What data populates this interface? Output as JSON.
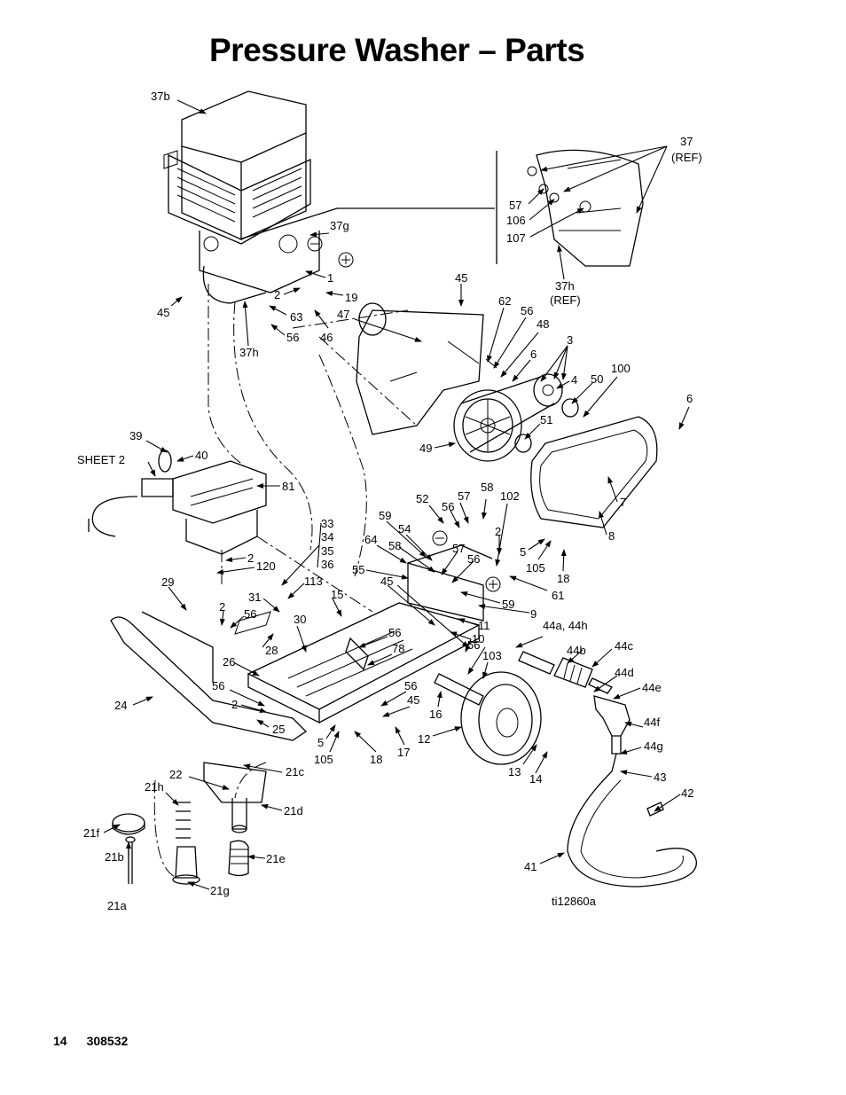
{
  "page": {
    "title": "Pressure Washer – Parts",
    "page_number": "14",
    "document_number": "308532"
  },
  "figure_id": "ti12860a",
  "labels": [
    {
      "id": "l37b",
      "text": "37b"
    },
    {
      "id": "l37",
      "text": "37"
    },
    {
      "id": "l37ref",
      "text": "(REF)"
    },
    {
      "id": "l37g",
      "text": "37g"
    },
    {
      "id": "l57a",
      "text": "57"
    },
    {
      "id": "l106",
      "text": "106"
    },
    {
      "id": "l107",
      "text": "107"
    },
    {
      "id": "l37h_r",
      "text": "37h"
    },
    {
      "id": "l37h_ref",
      "text": "(REF)"
    },
    {
      "id": "l1",
      "text": "1"
    },
    {
      "id": "l2a",
      "text": "2"
    },
    {
      "id": "l19",
      "text": "19"
    },
    {
      "id": "l45a",
      "text": "45"
    },
    {
      "id": "l63",
      "text": "63"
    },
    {
      "id": "l56a",
      "text": "56"
    },
    {
      "id": "l46",
      "text": "46"
    },
    {
      "id": "l47",
      "text": "47"
    },
    {
      "id": "l37h",
      "text": "37h"
    },
    {
      "id": "l45b",
      "text": "45"
    },
    {
      "id": "l62",
      "text": "62"
    },
    {
      "id": "l56b",
      "text": "56"
    },
    {
      "id": "l48",
      "text": "48"
    },
    {
      "id": "l3",
      "text": "3"
    },
    {
      "id": "l6a",
      "text": "6"
    },
    {
      "id": "l4",
      "text": "4"
    },
    {
      "id": "l50",
      "text": "50"
    },
    {
      "id": "l100",
      "text": "100"
    },
    {
      "id": "l6b",
      "text": "6"
    },
    {
      "id": "l51",
      "text": "51"
    },
    {
      "id": "l49",
      "text": "49"
    },
    {
      "id": "l39",
      "text": "39"
    },
    {
      "id": "l40",
      "text": "40"
    },
    {
      "id": "lsheet2",
      "text": "SHEET 2"
    },
    {
      "id": "l81",
      "text": "81"
    },
    {
      "id": "l7",
      "text": "7"
    },
    {
      "id": "l8",
      "text": "8"
    },
    {
      "id": "l52",
      "text": "52"
    },
    {
      "id": "l57b",
      "text": "57"
    },
    {
      "id": "l58a",
      "text": "58"
    },
    {
      "id": "l56c",
      "text": "56"
    },
    {
      "id": "l102",
      "text": "102"
    },
    {
      "id": "l59a",
      "text": "59"
    },
    {
      "id": "l54",
      "text": "54"
    },
    {
      "id": "l2b",
      "text": "2"
    },
    {
      "id": "l5a",
      "text": "5"
    },
    {
      "id": "l18a",
      "text": "18"
    },
    {
      "id": "l105a",
      "text": "105"
    },
    {
      "id": "l33",
      "text": "33"
    },
    {
      "id": "l34",
      "text": "34"
    },
    {
      "id": "l35",
      "text": "35"
    },
    {
      "id": "l36",
      "text": "36"
    },
    {
      "id": "l64",
      "text": "64"
    },
    {
      "id": "l58b",
      "text": "58"
    },
    {
      "id": "l57c",
      "text": "57"
    },
    {
      "id": "l56d",
      "text": "56"
    },
    {
      "id": "l61",
      "text": "61"
    },
    {
      "id": "l2c",
      "text": "2"
    },
    {
      "id": "l120",
      "text": "120"
    },
    {
      "id": "l55",
      "text": "55"
    },
    {
      "id": "l29",
      "text": "29"
    },
    {
      "id": "l113",
      "text": "113"
    },
    {
      "id": "l45c",
      "text": "45"
    },
    {
      "id": "l59b",
      "text": "59"
    },
    {
      "id": "l31",
      "text": "31"
    },
    {
      "id": "l15",
      "text": "15"
    },
    {
      "id": "l9",
      "text": "9"
    },
    {
      "id": "l2d",
      "text": "2"
    },
    {
      "id": "l56e",
      "text": "56"
    },
    {
      "id": "l30",
      "text": "30"
    },
    {
      "id": "l11",
      "text": "11"
    },
    {
      "id": "l10",
      "text": "10"
    },
    {
      "id": "l44a",
      "text": "44a, 44h"
    },
    {
      "id": "l28",
      "text": "28"
    },
    {
      "id": "l56f",
      "text": "56"
    },
    {
      "id": "l56g",
      "text": "56"
    },
    {
      "id": "l44b",
      "text": "44b"
    },
    {
      "id": "l44c",
      "text": "44c"
    },
    {
      "id": "l26",
      "text": "26"
    },
    {
      "id": "l78",
      "text": "78"
    },
    {
      "id": "l103",
      "text": "103"
    },
    {
      "id": "l44d",
      "text": "44d"
    },
    {
      "id": "l56h",
      "text": "56"
    },
    {
      "id": "l56i",
      "text": "56"
    },
    {
      "id": "l44e",
      "text": "44e"
    },
    {
      "id": "l24",
      "text": "24"
    },
    {
      "id": "l2e",
      "text": "2"
    },
    {
      "id": "l45d",
      "text": "45"
    },
    {
      "id": "l16",
      "text": "16"
    },
    {
      "id": "l25",
      "text": "25"
    },
    {
      "id": "l44f",
      "text": "44f"
    },
    {
      "id": "l5b",
      "text": "5"
    },
    {
      "id": "l12",
      "text": "12"
    },
    {
      "id": "l17",
      "text": "17"
    },
    {
      "id": "l44g",
      "text": "44g"
    },
    {
      "id": "l105b",
      "text": "105"
    },
    {
      "id": "l18b",
      "text": "18"
    },
    {
      "id": "l21c",
      "text": "21c"
    },
    {
      "id": "l13",
      "text": "13"
    },
    {
      "id": "l14",
      "text": "14"
    },
    {
      "id": "l43",
      "text": "43"
    },
    {
      "id": "l22",
      "text": "22"
    },
    {
      "id": "l21h",
      "text": "21h"
    },
    {
      "id": "l21d",
      "text": "21d"
    },
    {
      "id": "l42",
      "text": "42"
    },
    {
      "id": "l21f",
      "text": "21f"
    },
    {
      "id": "l21b",
      "text": "21b"
    },
    {
      "id": "l21e",
      "text": "21e"
    },
    {
      "id": "l41",
      "text": "41"
    },
    {
      "id": "l21g",
      "text": "21g"
    },
    {
      "id": "l21a",
      "text": "21a"
    }
  ]
}
